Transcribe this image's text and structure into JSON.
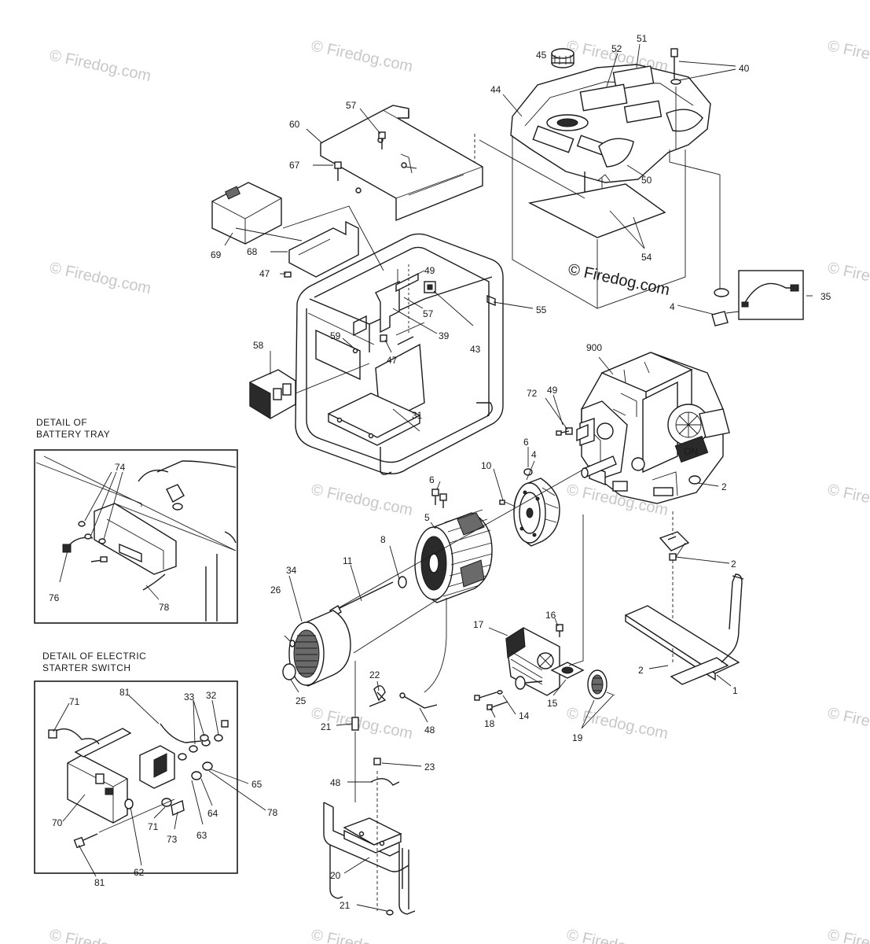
{
  "watermark": {
    "text": "© Firedog.com",
    "center_text": "© Firedog.com"
  },
  "details": {
    "battery_tray": [
      "DETAIL OF",
      "BATTERY TRAY"
    ],
    "starter_switch": [
      "DETAIL OF ELECTRIC",
      "STARTER SWITCH"
    ]
  },
  "callouts": [
    {
      "id": "c45",
      "label": "45"
    },
    {
      "id": "c52",
      "label": "52"
    },
    {
      "id": "c51",
      "label": "51"
    },
    {
      "id": "c40",
      "label": "40"
    },
    {
      "id": "c44",
      "label": "44"
    },
    {
      "id": "c57a",
      "label": "57"
    },
    {
      "id": "c60",
      "label": "60"
    },
    {
      "id": "c67",
      "label": "67"
    },
    {
      "id": "c50",
      "label": "50"
    },
    {
      "id": "c54",
      "label": "54"
    },
    {
      "id": "c69",
      "label": "69"
    },
    {
      "id": "c68",
      "label": "68"
    },
    {
      "id": "c47a",
      "label": "47"
    },
    {
      "id": "c49a",
      "label": "49"
    },
    {
      "id": "c57b",
      "label": "57"
    },
    {
      "id": "c55",
      "label": "55"
    },
    {
      "id": "c43",
      "label": "43"
    },
    {
      "id": "c4a",
      "label": "4"
    },
    {
      "id": "c35",
      "label": "35"
    },
    {
      "id": "c59",
      "label": "59"
    },
    {
      "id": "c39",
      "label": "39"
    },
    {
      "id": "c47b",
      "label": "47"
    },
    {
      "id": "c58",
      "label": "58"
    },
    {
      "id": "c900",
      "label": "900"
    },
    {
      "id": "c72",
      "label": "72"
    },
    {
      "id": "c49b",
      "label": "49"
    },
    {
      "id": "c31",
      "label": "31"
    },
    {
      "id": "c6a",
      "label": "6"
    },
    {
      "id": "c10",
      "label": "10"
    },
    {
      "id": "c4b",
      "label": "4"
    },
    {
      "id": "c6b",
      "label": "6"
    },
    {
      "id": "c2a",
      "label": "2"
    },
    {
      "id": "c5",
      "label": "5"
    },
    {
      "id": "c74",
      "label": "74"
    },
    {
      "id": "c2b",
      "label": "2"
    },
    {
      "id": "c34",
      "label": "34"
    },
    {
      "id": "c8",
      "label": "8"
    },
    {
      "id": "c11",
      "label": "11"
    },
    {
      "id": "c26",
      "label": "26"
    },
    {
      "id": "c76",
      "label": "76"
    },
    {
      "id": "c78a",
      "label": "78"
    },
    {
      "id": "c16",
      "label": "16"
    },
    {
      "id": "c17",
      "label": "17"
    },
    {
      "id": "c25",
      "label": "25"
    },
    {
      "id": "c22",
      "label": "22"
    },
    {
      "id": "c2c",
      "label": "2"
    },
    {
      "id": "c1",
      "label": "1"
    },
    {
      "id": "c81a",
      "label": "81"
    },
    {
      "id": "c33",
      "label": "33"
    },
    {
      "id": "c32",
      "label": "32"
    },
    {
      "id": "c71a",
      "label": "71"
    },
    {
      "id": "c15",
      "label": "15"
    },
    {
      "id": "c14",
      "label": "14"
    },
    {
      "id": "c18",
      "label": "18"
    },
    {
      "id": "c48a",
      "label": "48"
    },
    {
      "id": "c21a",
      "label": "21"
    },
    {
      "id": "c19",
      "label": "19"
    },
    {
      "id": "c23",
      "label": "23"
    },
    {
      "id": "c65",
      "label": "65"
    },
    {
      "id": "c48b",
      "label": "48"
    },
    {
      "id": "c78b",
      "label": "78"
    },
    {
      "id": "c64",
      "label": "64"
    },
    {
      "id": "c70",
      "label": "70"
    },
    {
      "id": "c71b",
      "label": "71"
    },
    {
      "id": "c63",
      "label": "63"
    },
    {
      "id": "c73",
      "label": "73"
    },
    {
      "id": "c62",
      "label": "62"
    },
    {
      "id": "c20",
      "label": "20"
    },
    {
      "id": "c81b",
      "label": "81"
    },
    {
      "id": "c21b",
      "label": "21"
    }
  ]
}
